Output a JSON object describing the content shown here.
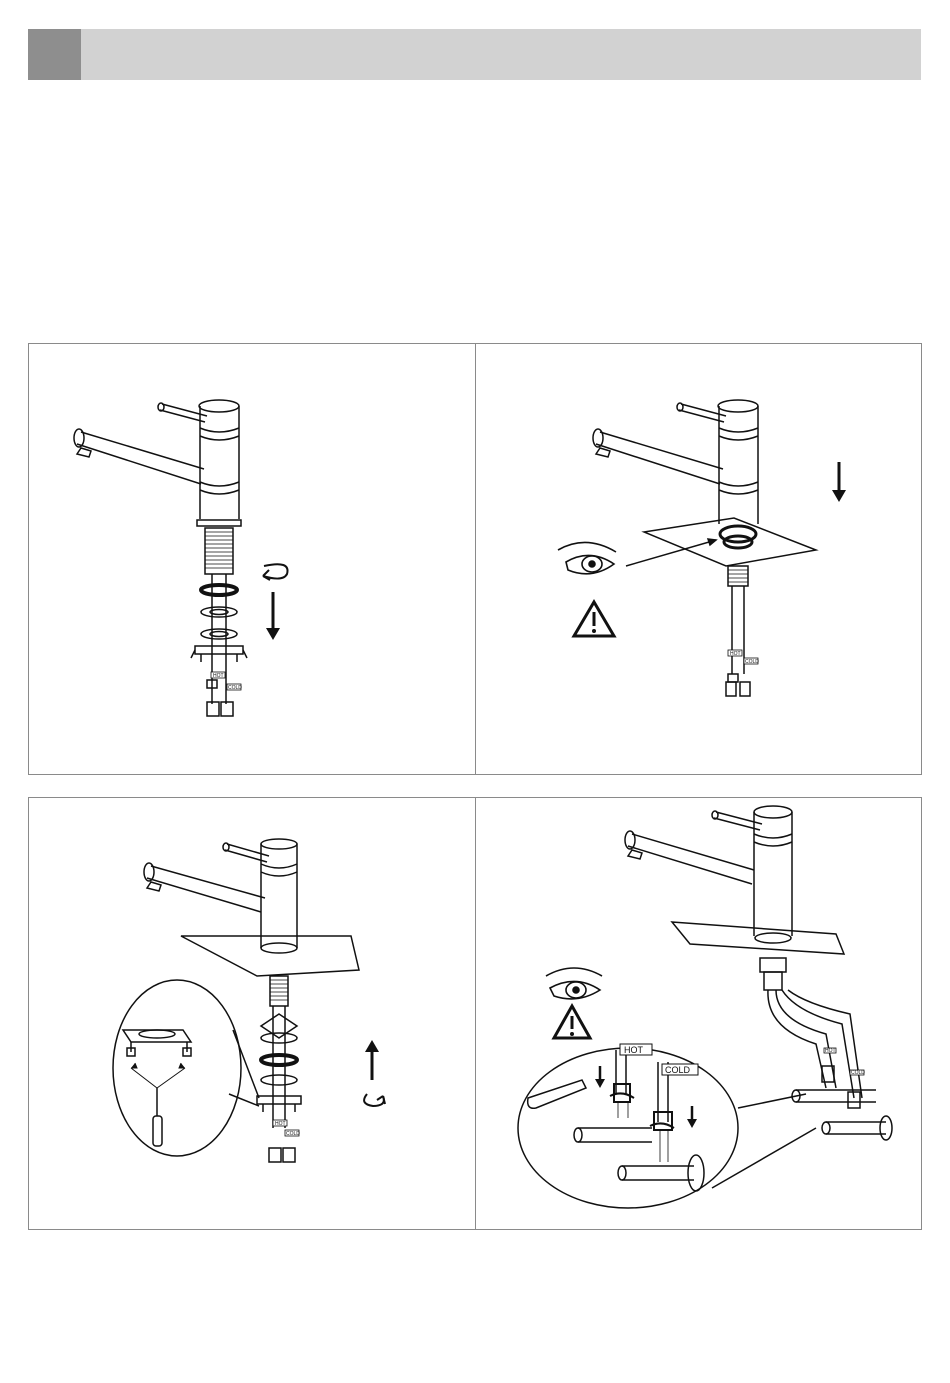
{
  "header": {
    "title": ""
  },
  "steps": [
    {
      "hot_tag": "HOT",
      "cold_tag": "COLD"
    },
    {
      "hot_tag": "HOT",
      "cold_tag": "COLD"
    },
    {
      "hot_tag": "HOT",
      "cold_tag": "COLD"
    },
    {
      "hot_tag": "HOT",
      "cold_tag": "COLD"
    }
  ],
  "icons": [
    "eye-icon",
    "warning-icon",
    "screwdriver-icon",
    "wrench-icon",
    "arrow-down-icon",
    "arrow-up-icon",
    "rotate-icon"
  ]
}
